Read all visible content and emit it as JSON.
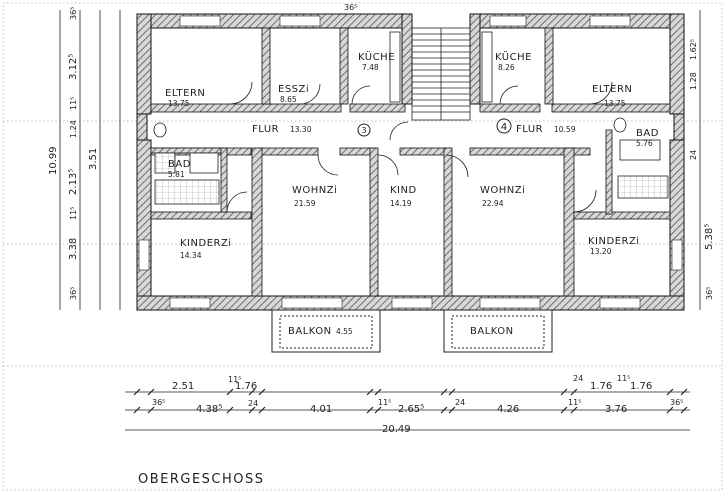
{
  "title": "OBERGESCHOSS",
  "rooms": [
    {
      "name": "ELTERN",
      "area": "13.75",
      "pos": "nw-bedroom"
    },
    {
      "name": "ESSZi",
      "area": "8.65",
      "pos": "nw-dining"
    },
    {
      "name": "KÜCHE",
      "area": "7.48",
      "pos": "nw-kitchen"
    },
    {
      "name": "KÜCHE",
      "area": "8.26",
      "pos": "ne-kitchen"
    },
    {
      "name": "ELTERN",
      "area": "13.75",
      "pos": "ne-bedroom"
    },
    {
      "name": "FLUR",
      "area": "13.30",
      "pos": "w-hall"
    },
    {
      "name": "FLUR",
      "area": "10.59",
      "pos": "e-hall"
    },
    {
      "name": "BAD",
      "area": "5.81",
      "pos": "w-bath"
    },
    {
      "name": "BAD",
      "area": "5.76",
      "pos": "e-bath"
    },
    {
      "name": "WOHNZi",
      "area": "21.59",
      "pos": "w-living"
    },
    {
      "name": "KIND",
      "area": "14.19",
      "pos": "child"
    },
    {
      "name": "WOHNZi",
      "area": "22.94",
      "pos": "e-living"
    },
    {
      "name": "KINDERZi",
      "area": "14.34",
      "pos": "w-kids"
    },
    {
      "name": "KINDERZi",
      "area": "13.20",
      "pos": "e-kids"
    },
    {
      "name": "BALKON",
      "area": "4.55",
      "pos": "w-balcony"
    },
    {
      "name": "BALKON",
      "area": "",
      "pos": "e-balcony"
    }
  ],
  "bottom_dims": {
    "row1": [
      "2.51",
      "11⁵",
      "1.76",
      "24",
      "1.76",
      "11⁵",
      "1.76"
    ],
    "row2": [
      "36⁵",
      "4.38⁵",
      "24",
      "4.01",
      "11⁵",
      "2.65⁵",
      "24",
      "4.26",
      "11⁵",
      "3.76",
      "36⁵"
    ],
    "total": "20.49"
  },
  "left_dims": [
    "36⁵",
    "3.12⁵",
    "11⁵",
    "1.24",
    "3.51",
    "10.99",
    "2.13⁵",
    "11⁵",
    "3.38",
    "36⁵"
  ],
  "right_dims": [
    "1.62⁵",
    "1.28",
    "24",
    "5.38⁵",
    "36⁵"
  ],
  "top_dims": [
    "36⁵"
  ],
  "circle_markers": [
    "3",
    "4"
  ]
}
